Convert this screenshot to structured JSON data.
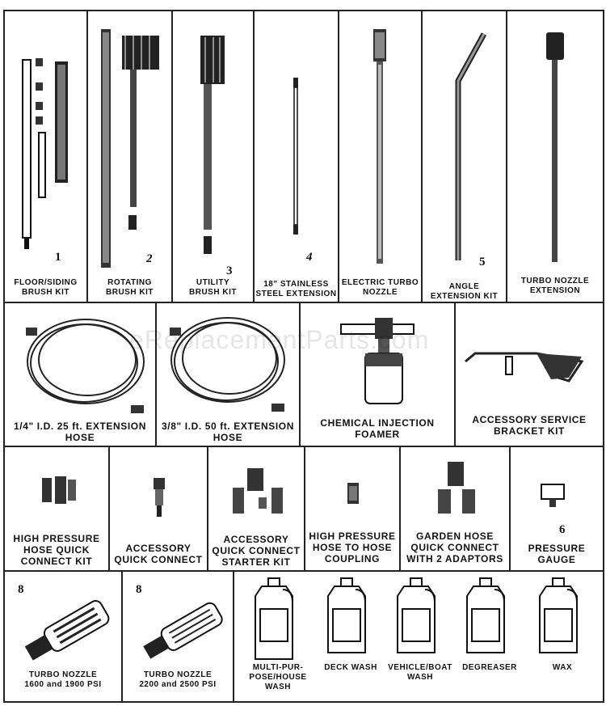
{
  "watermark": "eReplacementParts.com",
  "row1": [
    {
      "label": "FLOOR/SIDING\nBRUSH KIT",
      "num": "1"
    },
    {
      "label": "ROTATING\nBRUSH KIT",
      "num": "2"
    },
    {
      "label": "UTILITY\nBRUSH KIT",
      "num": "3"
    },
    {
      "label": "18\" STAINLESS\nSTEEL EXTENSION",
      "num": "4"
    },
    {
      "label": "ELECTRIC TURBO\nNOZZLE",
      "num": ""
    },
    {
      "label": "ANGLE\nEXTENSION KIT",
      "num": "5"
    },
    {
      "label": "TURBO NOZZLE\nEXTENSION",
      "num": ""
    }
  ],
  "row2": [
    {
      "label": "1/4\" I.D. 25 ft. EXTENSION\nHOSE"
    },
    {
      "label": "3/8\" I.D. 50 ft. EXTENSION\nHOSE"
    },
    {
      "label": "CHEMICAL INJECTION\nFOAMER"
    },
    {
      "label": "ACCESSORY SERVICE\nBRACKET KIT"
    }
  ],
  "row3": [
    {
      "label": "HIGH PRESSURE\nHOSE QUICK\nCONNECT KIT",
      "num": ""
    },
    {
      "label": "ACCESSORY\nQUICK CONNECT",
      "num": ""
    },
    {
      "label": "ACCESSORY\nQUICK CONNECT\nSTARTER KIT",
      "num": ""
    },
    {
      "label": "HIGH PRESSURE\nHOSE TO HOSE\nCOUPLING",
      "num": ""
    },
    {
      "label": "GARDEN HOSE\nQUICK CONNECT\nWITH 2 ADAPTORS",
      "num": ""
    },
    {
      "label": "PRESSURE\nGAUGE",
      "num": "6"
    }
  ],
  "row4": [
    {
      "label": "TURBO NOZZLE\n1600 and 1900 PSI",
      "num": "8"
    },
    {
      "label": "TURBO NOZZLE\n2200 and 2500 PSI",
      "num": "8"
    }
  ],
  "bottles": [
    {
      "label": "MULTI-PUR-\nPOSE/HOUSE\nWASH"
    },
    {
      "label": "DECK WASH"
    },
    {
      "label": "VEHICLE/BOAT\nWASH"
    },
    {
      "label": "DEGREASER"
    },
    {
      "label": "WAX"
    }
  ]
}
